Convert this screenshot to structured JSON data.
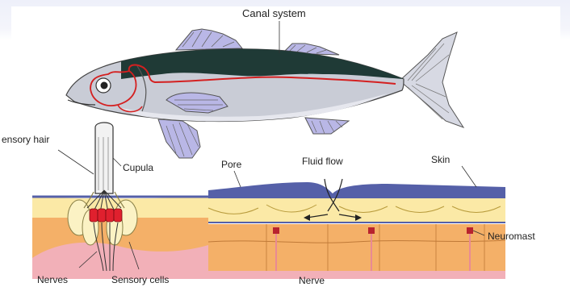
{
  "diagram": {
    "labels": {
      "canal_system": "Canal system",
      "sensory_hair": "ensory hair",
      "cupula": "Cupula",
      "pore": "Pore",
      "fluid_flow": "Fluid flow",
      "skin": "Skin",
      "neuromast": "Neuromast",
      "nerves": "Nerves",
      "sensory_cells": "Sensory cells",
      "nerve": "Nerve"
    },
    "colors": {
      "fish_back": "#1f3a36",
      "fish_body": "#c9ccd6",
      "fish_belly": "#e6e7ee",
      "fin": "#b9b7e6",
      "lateral_line": "#d42020",
      "skin_layer": "#5560a8",
      "tissue_yellow": "#fbe9a6",
      "tissue_orange": "#f4b068",
      "tissue_pink": "#f2b0b8",
      "cell_red": "#e0202e"
    }
  }
}
